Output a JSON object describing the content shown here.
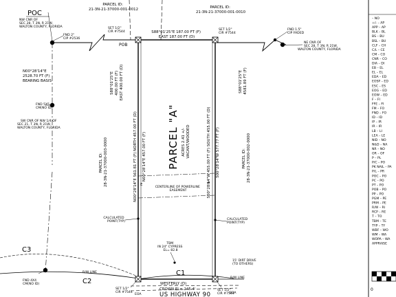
{
  "labels": {
    "parcel_id_top_left": [
      "PARCEL ID:",
      "21-3N-21-37000-001-0012"
    ],
    "parcel_id_top_right": [
      "PARCEL ID:",
      "21-3N-21-37000-001-0010"
    ],
    "poc": "POC",
    "pob": "POB",
    "nw_corner": [
      "NW CNR OF",
      "SEC 28, T 3N, R 21W,",
      "WALTON COUNTY, FLORIDA"
    ],
    "ne_corner": [
      "NE CNR OF",
      "SEC 28, T 3N, R 21W,",
      "WALTON COUNTY, FLORIDA"
    ],
    "fnd_cip_2536": [
      "FND 2\"",
      "CIP #2536"
    ],
    "fnd_cip_faded": [
      "FND 1.5\"",
      "CIP FADED"
    ],
    "set_cir_nw": [
      "SET 1/2\"",
      "CIR #7544"
    ],
    "set_cir_ne": [
      "SET 1/2\"",
      "CIR #7544"
    ],
    "north_bearing": [
      "S88°01'25\"E 187.00 FT (F)",
      "EAST 187.00 FT (D)"
    ],
    "bearing_basis": [
      "N00°28'14\"E",
      "2528.70 FT (F)",
      "BEARING BASIS"
    ],
    "left_offset": [
      "S88°01'25\"E",
      "400.00 FT (F)",
      "EAST 400.00 FT (D)"
    ],
    "right_offset": [
      "S88°01'25\"E",
      "4581.89 FT (F)"
    ],
    "fnd_5x5": [
      "FND 5X5",
      "CM(NO ID)"
    ],
    "sw_corner": [
      "SW CNR OF NW 1/4 OF",
      "SEC 21, T 3N, R 21W,",
      "WALTON COUNTY, FLORIDA"
    ],
    "west_line": "N00°28'14\"E 561.81 FT (F) NORTH 457.00 FT (D)",
    "west_line_inner": "N00°28'14\"E 457.00 FT (F)",
    "east_line": "S00°28'14\"W 455.00 FT (F) SOUTH 455.00 FT (D)",
    "east_line_inner": "S00°28'14\"W 577.77 FT (F)",
    "parcel_left": [
      "PARCEL ID:",
      "28-3N-21-37000-003-0000"
    ],
    "parcel_right": [
      "PARCEL ID:",
      "28-3N-21-37000-002-0000"
    ],
    "parcel_title": "PARCEL \"A\"",
    "parcel_sub": [
      "ACRES 2.41 +/-",
      "VACANT/WOODED"
    ],
    "calc_left": [
      "CALCULATED",
      "POINT(TYP)"
    ],
    "calc_right": [
      "CALCULATED",
      "POINT(TYP)"
    ],
    "powerline": [
      "CENTERLINE OF POWERLINE",
      "EASEMENT"
    ],
    "e_left": "E",
    "e_right": "E",
    "tbm": [
      "TBM",
      "IN 24\" CYPRESS",
      "EL= 82.8"
    ],
    "dirt_drive": [
      "15' DIRT DRIVE",
      "(TO OTHERS)"
    ],
    "c3": "C3",
    "c2": "C2",
    "c1": "C1",
    "rw_line_left": "R/W LINE",
    "rw_line_right": "R/W LINE",
    "fnd_4x4": [
      "FND 4X4",
      "CM(NO ID)"
    ],
    "set_cir_sw": [
      "SET 1/2\"",
      "CIR #7544"
    ],
    "set_cir_se": [
      "SET 1/2\"",
      "CIR #7544"
    ],
    "westerly": "WESTERLY (D)",
    "crown": "CROWN EL= 245.4'",
    "eoa_left": "EOA",
    "eoa_right": "EOA",
    "highway": "US HIGHWAY 90"
  },
  "legend": [
    "– NO",
    "+/- – AP",
    "APP – AP",
    "BLK – BL",
    "BS – BU",
    "BSL – BU",
    "CLF – CH",
    "C/L – CE",
    "CM – CO",
    "CNR – CO",
    "DIA – DI",
    "EB – EL",
    "EL – EL",
    "EDA – ED",
    "EOSP – ED",
    "ESC – ES",
    "EOG – ED",
    "EOW – ED",
    "F – FI",
    "FFE – FI",
    "FM – FO",
    "FND – FO",
    "ID – ID",
    "IP – IR",
    "IR – IR",
    "LB – LI",
    "LEA – LE",
    "NID – NO",
    "N&D – NA",
    "NR – NO",
    "OR – OF",
    "P – PL",
    "P/C – PO",
    "PK NAIL – PA",
    "P/L – PR",
    "POC – PO",
    "PC – PO",
    "PT – PO",
    "POB – PO",
    "PP – PO",
    "PGM – PE",
    "PRM – PE",
    "R/W – RI",
    "RCP – RE",
    "T – TO",
    "TBM – TE",
    "TYP – TY",
    "WBF – WO",
    "WM – WA",
    "WOPA – WA",
    "APPRAISE"
  ],
  "scale_label": "0",
  "colors": {
    "ink": "#000000",
    "paper": "#ffffff"
  }
}
